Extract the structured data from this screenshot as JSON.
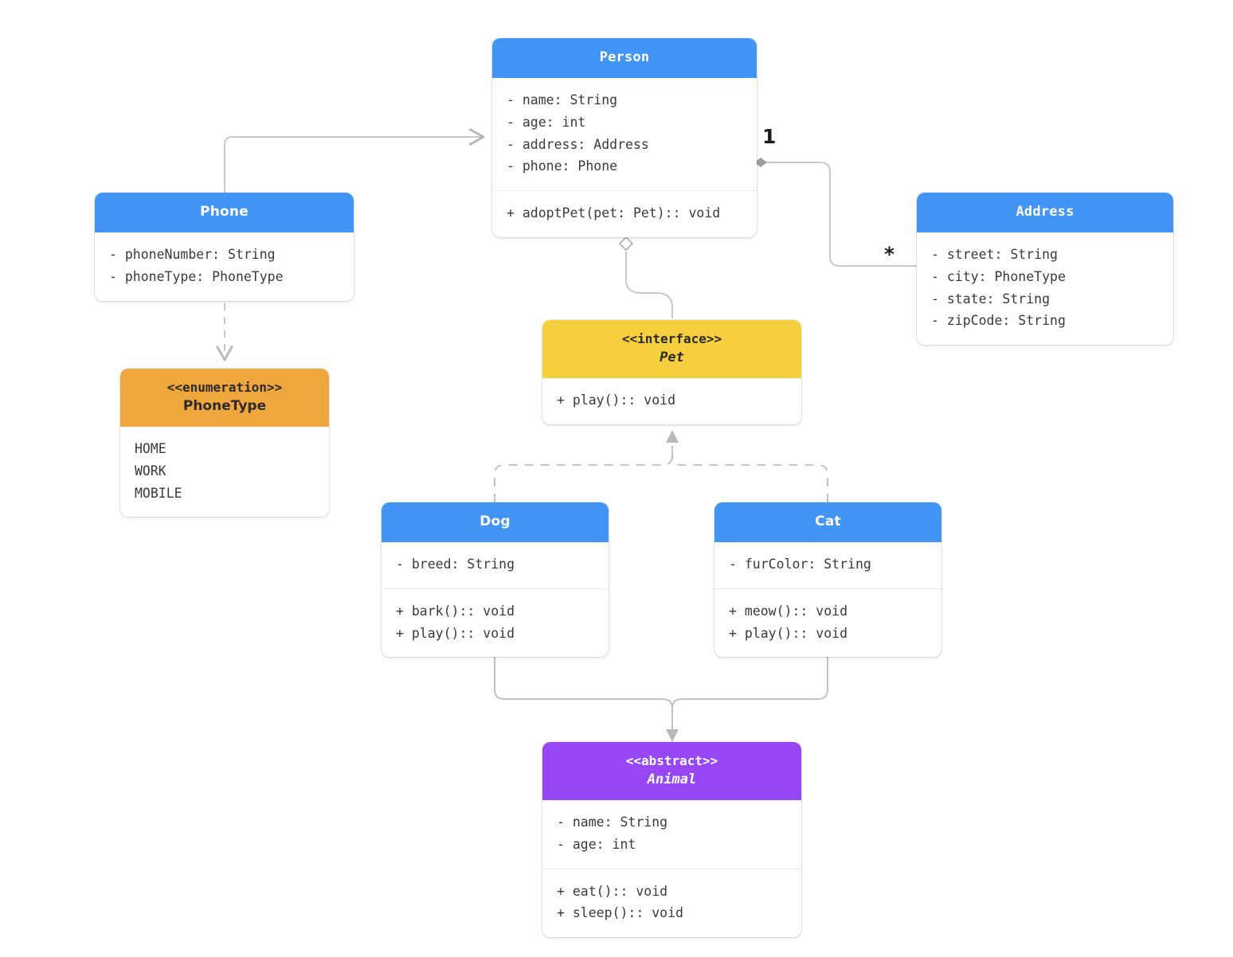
{
  "diagram": {
    "kind": "uml-class-diagram",
    "background": "#ffffff",
    "palette": {
      "class": "#4294f5",
      "enumeration": "#efa63c",
      "interface": "#f6cf3e",
      "abstract": "#9747f5",
      "edge": "#b9b9b9",
      "text_dark": "#3a3a3a"
    }
  },
  "nodes": {
    "person": {
      "title": "Person",
      "attributes": [
        "- name: String",
        "- age: int",
        "- address: Address",
        "- phone: Phone"
      ],
      "methods": [
        "+ adoptPet(pet: Pet):: void"
      ]
    },
    "phone": {
      "title": "Phone",
      "attributes": [
        "- phoneNumber: String",
        "- phoneType: PhoneType"
      ]
    },
    "phonetype": {
      "stereotype": "<<enumeration>>",
      "title": "PhoneType",
      "values": [
        "HOME",
        "WORK",
        "MOBILE"
      ]
    },
    "address": {
      "title": "Address",
      "attributes": [
        "- street: String",
        "- city: PhoneType",
        "- state: String",
        "- zipCode: String"
      ]
    },
    "pet": {
      "stereotype": "<<interface>>",
      "title": "Pet",
      "methods": [
        "+ play():: void"
      ]
    },
    "dog": {
      "title": "Dog",
      "attributes": [
        "- breed: String"
      ],
      "methods": [
        "+ bark():: void",
        "+ play():: void"
      ]
    },
    "cat": {
      "title": "Cat",
      "attributes": [
        "- furColor: String"
      ],
      "methods": [
        "+ meow():: void",
        "+ play():: void"
      ]
    },
    "animal": {
      "stereotype": "<<abstract>>",
      "title": "Animal",
      "attributes": [
        "- name: String",
        "- age: int"
      ],
      "methods": [
        "+ eat():: void",
        "+ sleep():: void"
      ]
    }
  },
  "edges": {
    "person_address": {
      "source_multiplicity": "1",
      "target_multiplicity": "*",
      "type": "composition"
    },
    "phone_person": {
      "type": "association"
    },
    "phone_phonetype": {
      "type": "dependency"
    },
    "person_pet": {
      "type": "aggregation"
    },
    "dog_pet": {
      "type": "realization"
    },
    "cat_pet": {
      "type": "realization"
    },
    "dog_animal": {
      "type": "generalization"
    },
    "cat_animal": {
      "type": "generalization"
    }
  }
}
